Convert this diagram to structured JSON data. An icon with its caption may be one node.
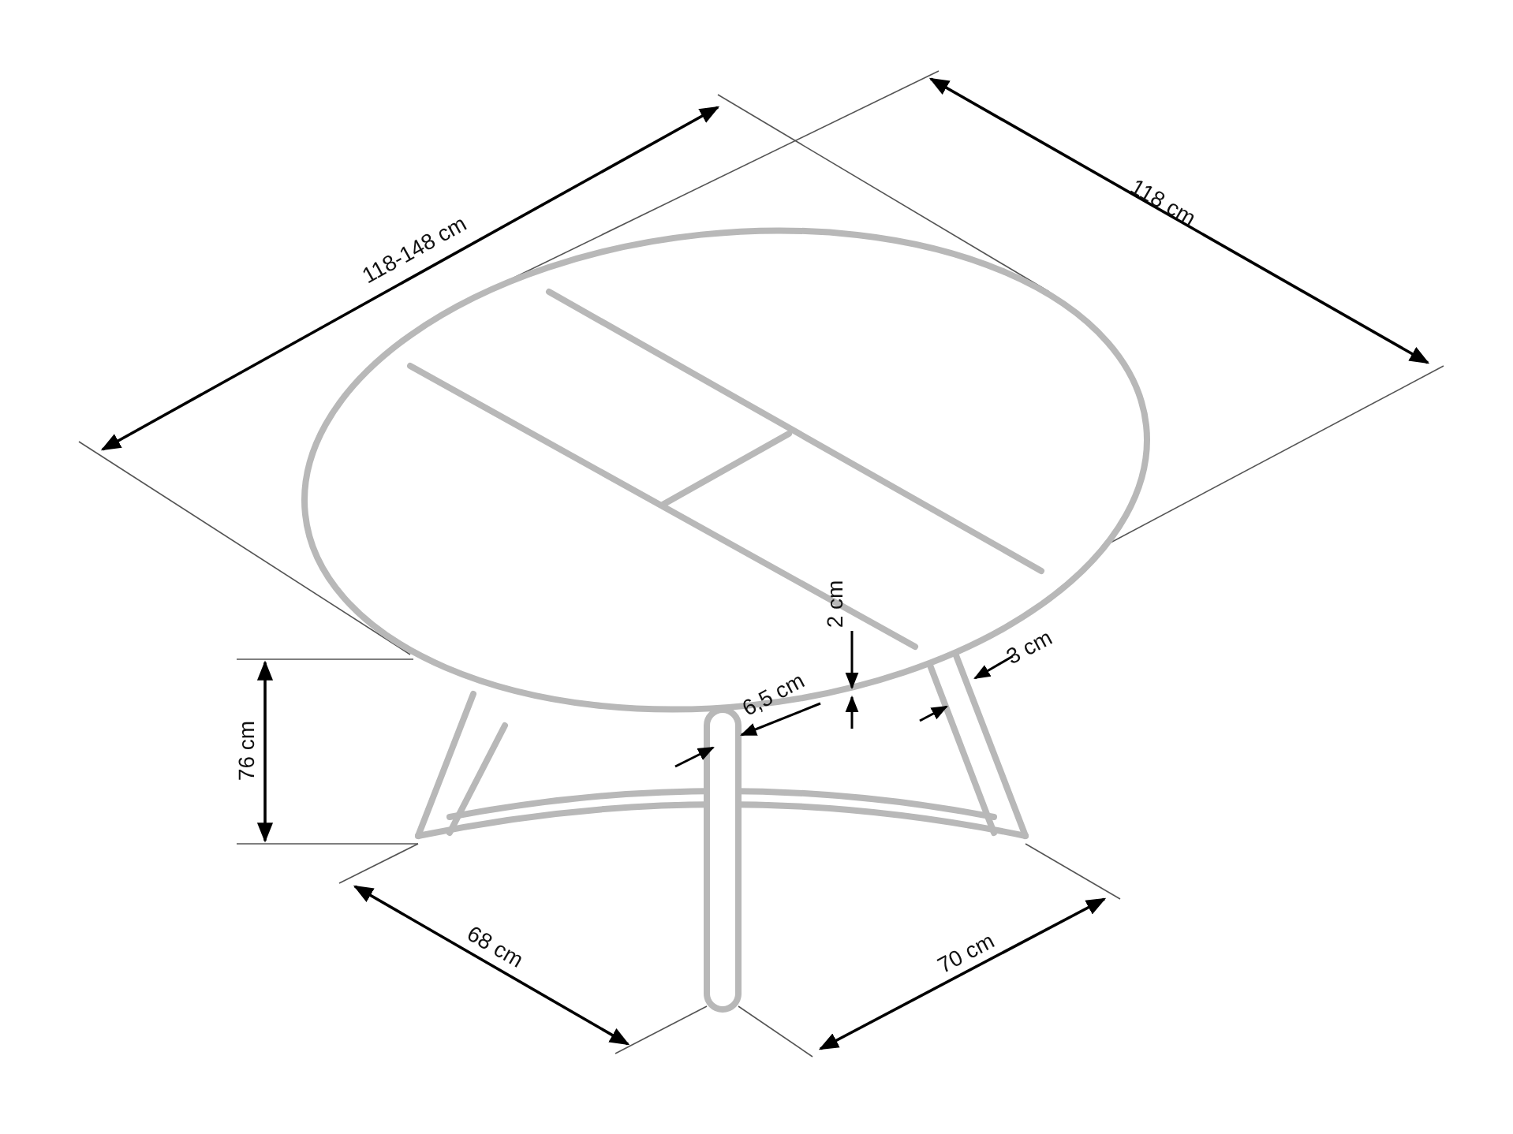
{
  "diagram": {
    "labels": [
      "118-148 cm",
      "118 cm",
      "2 cm",
      "3 cm",
      "6,5 cm",
      "76 cm",
      "68 cm",
      "70 cm"
    ]
  }
}
